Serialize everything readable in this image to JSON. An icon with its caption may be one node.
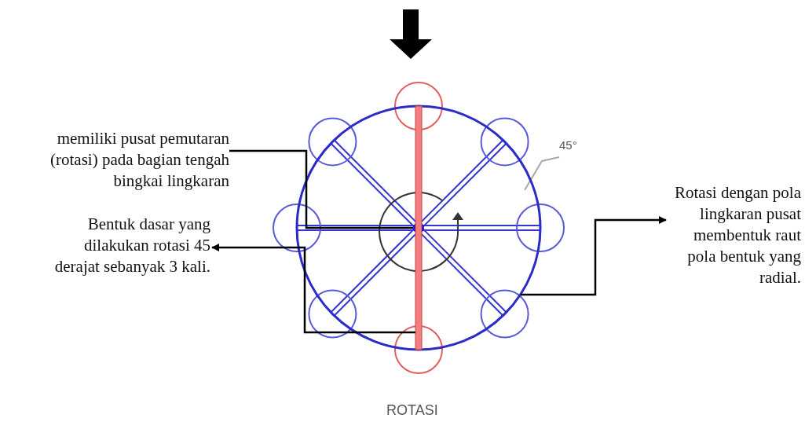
{
  "diagram": {
    "nodes": [
      {
        "text": [
          "memiliki pusat pemutaran (rotasi) pada bagian tengah bingkai lingkaran"
        ]
      },
      {
        "text": [
          "Bentuk dasar yang dilakukan rotasi 45 derajat sebanyak 3 kali."
        ]
      },
      {
        "text": [
          "Rotasi dengan pola lingkaran pusat membentuk raut pola bentuk yang radial."
        ]
      },
      {
        "text": [],
        "shape": "circle",
        "in": 5
      },
      {
        "text": [],
        "shape": "bar",
        "in": 5
      },
      {
        "text": [],
        "shape": "circle"
      }
    ],
    "edges": [
      {
        "from": 0,
        "to": 3,
        "arrow": "none"
      },
      {
        "from": 4,
        "to": 1,
        "arrow": "to"
      },
      {
        "from": 5,
        "to": 2,
        "arrow": "to"
      }
    ],
    "labels": [
      "45°",
      "ROTASI"
    ]
  }
}
